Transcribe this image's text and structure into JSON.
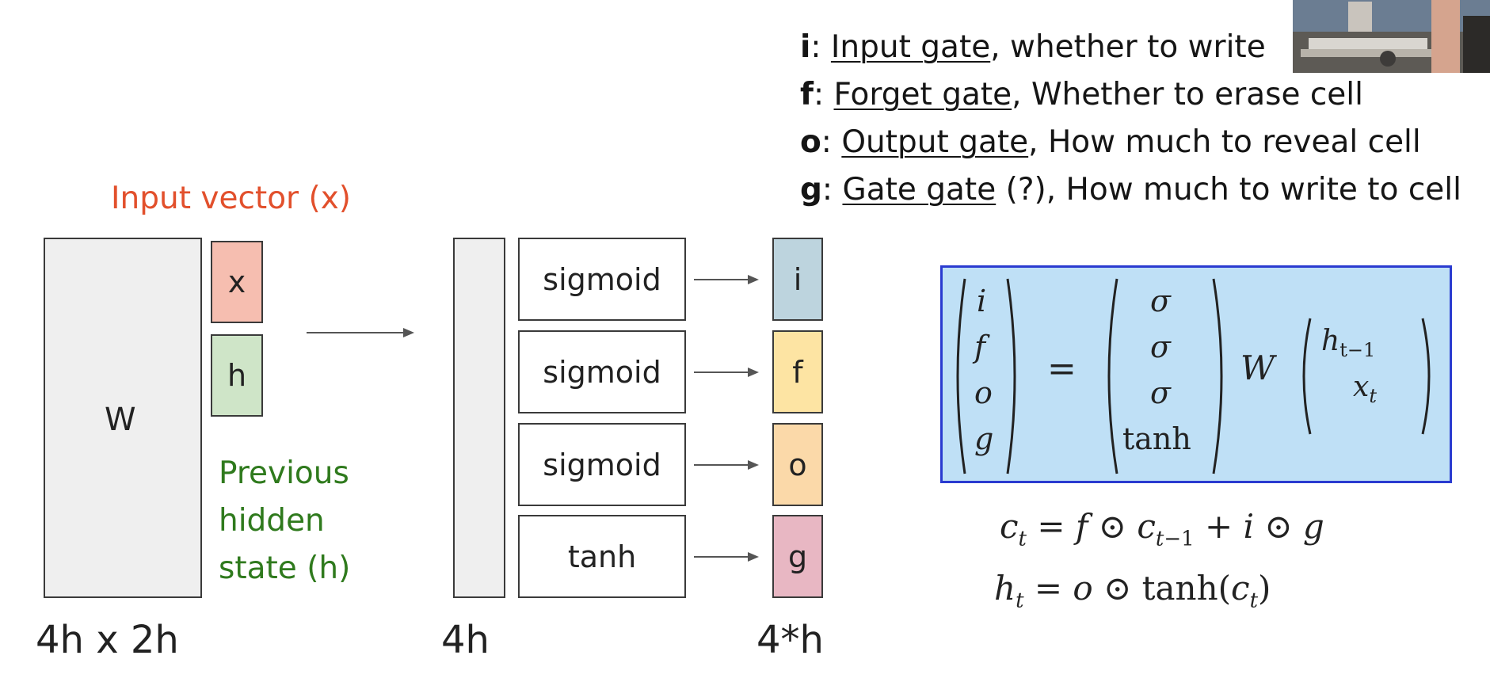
{
  "legend": [
    {
      "letter": "i",
      "name": "Input gate",
      "desc": ", whether to write"
    },
    {
      "letter": "f",
      "name": "Forget gate",
      "desc": ", Whether to erase cell"
    },
    {
      "letter": "o",
      "name": "Output gate",
      "desc": ", How much to reveal cell"
    },
    {
      "letter": "g",
      "name": "Gate gate",
      "desc": " (?), How much to write to cell"
    }
  ],
  "input_label": "Input vector (x)",
  "hidden_label": [
    "Previous",
    "hidden",
    "state (h)"
  ],
  "weight": {
    "label": "W",
    "dims": "4h x 2h"
  },
  "vector": {
    "x": "x",
    "h": "h"
  },
  "mid_dims": "4h",
  "functions": [
    "sigmoid",
    "sigmoid",
    "sigmoid",
    "tanh"
  ],
  "gates": [
    "i",
    "f",
    "o",
    "g"
  ],
  "gate_dims": "4*h",
  "colors": {
    "x_fill": "#f6beb0",
    "h_fill": "#cfe5c8",
    "i_fill": "#bdd4de",
    "f_fill": "#fde4a3",
    "o_fill": "#fbd9a9",
    "g_fill": "#e8b7c3",
    "input_label": "#e2502c",
    "hidden_label": "#2f7a1d",
    "equation_box": "#bfe0f6",
    "equation_border": "#2a3bd0"
  },
  "equation": {
    "lhs": [
      "i",
      "f",
      "o",
      "g"
    ],
    "equals": "=",
    "rhs": [
      "σ",
      "σ",
      "σ",
      "tanh"
    ],
    "matrix": "W",
    "vec_top": "h",
    "vec_top_sub": "t−1",
    "vec_bottom": "x",
    "vec_bottom_sub": "t",
    "cell_eq": "c_t = f ⊙ c_{t−1} + i ⊙ g",
    "hidden_eq": "h_t = o ⊙ tanh(c_t)"
  }
}
